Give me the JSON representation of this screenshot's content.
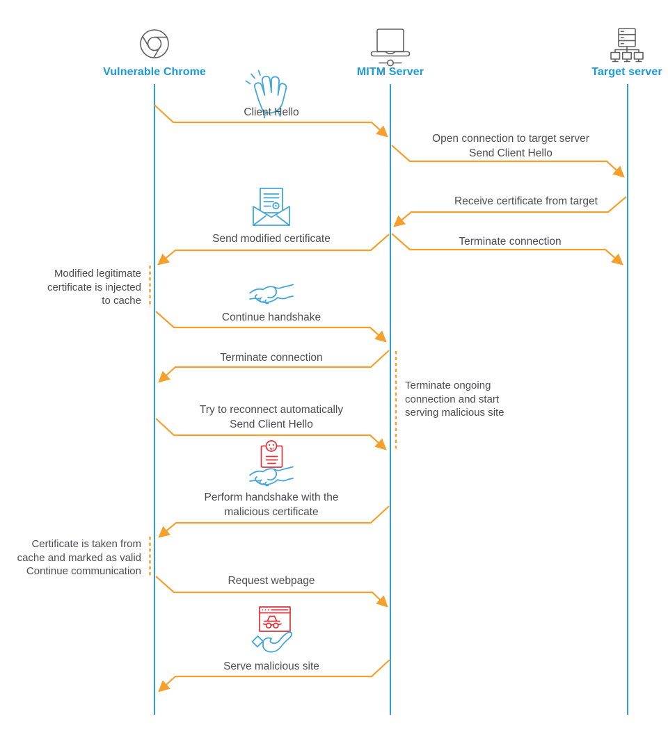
{
  "colors": {
    "accent_blue": "#1b9ad5",
    "lifeline_blue": "#2d9ed6",
    "icon_blue": "#41a6dc",
    "arrow_orange": "#f5a02d",
    "danger_red": "#e23039",
    "text_gray": "#4d4d4f",
    "icon_gray": "#606063"
  },
  "actors": [
    {
      "id": "chrome",
      "label": "Vulnerable Chrome",
      "icon": "chrome-browser-icon"
    },
    {
      "id": "mitm",
      "label": "MITM Server",
      "icon": "laptop-network-icon"
    },
    {
      "id": "target",
      "label": "Target server",
      "icon": "server-cluster-icon"
    }
  ],
  "messages": [
    {
      "from": "chrome",
      "to": "mitm",
      "label": "Client Hello",
      "icon": "waving-hand-icon"
    },
    {
      "from": "mitm",
      "to": "target",
      "label": "Open connection to target server\nSend Client Hello"
    },
    {
      "from": "target",
      "to": "mitm",
      "label": "Receive certificate from target"
    },
    {
      "from": "mitm",
      "to": "chrome",
      "label": "Send modified certificate",
      "icon": "certificate-envelope-icon"
    },
    {
      "from": "mitm",
      "to": "target",
      "label": "Terminate connection"
    },
    {
      "from": "chrome",
      "to": "mitm",
      "label": "Continue handshake",
      "icon": "handshake-icon"
    },
    {
      "from": "mitm",
      "to": "chrome",
      "label": "Terminate connection"
    },
    {
      "from": "chrome",
      "to": "mitm",
      "label": "Try to reconnect automatically\nSend Client Hello"
    },
    {
      "from": "mitm",
      "to": "chrome",
      "label": "Perform handshake with the\nmalicious certificate",
      "icon": "malicious-certificate-handshake-icon"
    },
    {
      "from": "chrome",
      "to": "mitm",
      "label": "Request webpage"
    },
    {
      "from": "mitm",
      "to": "chrome",
      "label": "Serve malicious site",
      "icon": "serve-malicious-site-icon"
    }
  ],
  "annotations": [
    {
      "anchor": "chrome",
      "label": "Modified legitimate\ncertificate is injected\nto cache"
    },
    {
      "anchor": "mitm",
      "label": "Terminate ongoing\nconnection and start\nserving malicious site"
    },
    {
      "anchor": "chrome",
      "label": "Certificate is taken from\ncache and marked as valid\nContinue communication"
    }
  ]
}
